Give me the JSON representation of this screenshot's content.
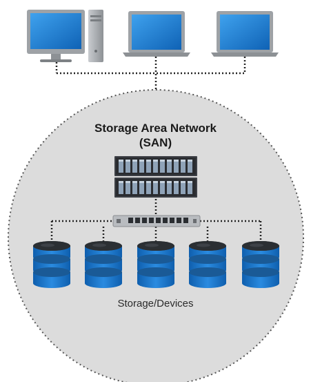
{
  "title_line1": "Storage Area Network",
  "title_line2": "(SAN)",
  "storage_label": "Storage/Devices",
  "clients": [
    {
      "kind": "desktop",
      "icon": "desktop-computer-icon"
    },
    {
      "kind": "laptop",
      "icon": "laptop-icon"
    },
    {
      "kind": "laptop",
      "icon": "laptop-icon"
    }
  ],
  "server_units": 2,
  "switch_ports": 9,
  "storage_devices": 5,
  "colors": {
    "screen": "#1e7fd1",
    "bezel": "#9ea2a6",
    "cloud_fill": "#dcdcdc",
    "cloud_border": "#555555",
    "disk_blue": "#1f78c8",
    "disk_dark": "#2b2f33",
    "rack": "#3d4046",
    "drive_bay": "#8fa3b8",
    "switch": "#b9bcc0",
    "port": "#2a2d31",
    "dots": "#222222"
  }
}
